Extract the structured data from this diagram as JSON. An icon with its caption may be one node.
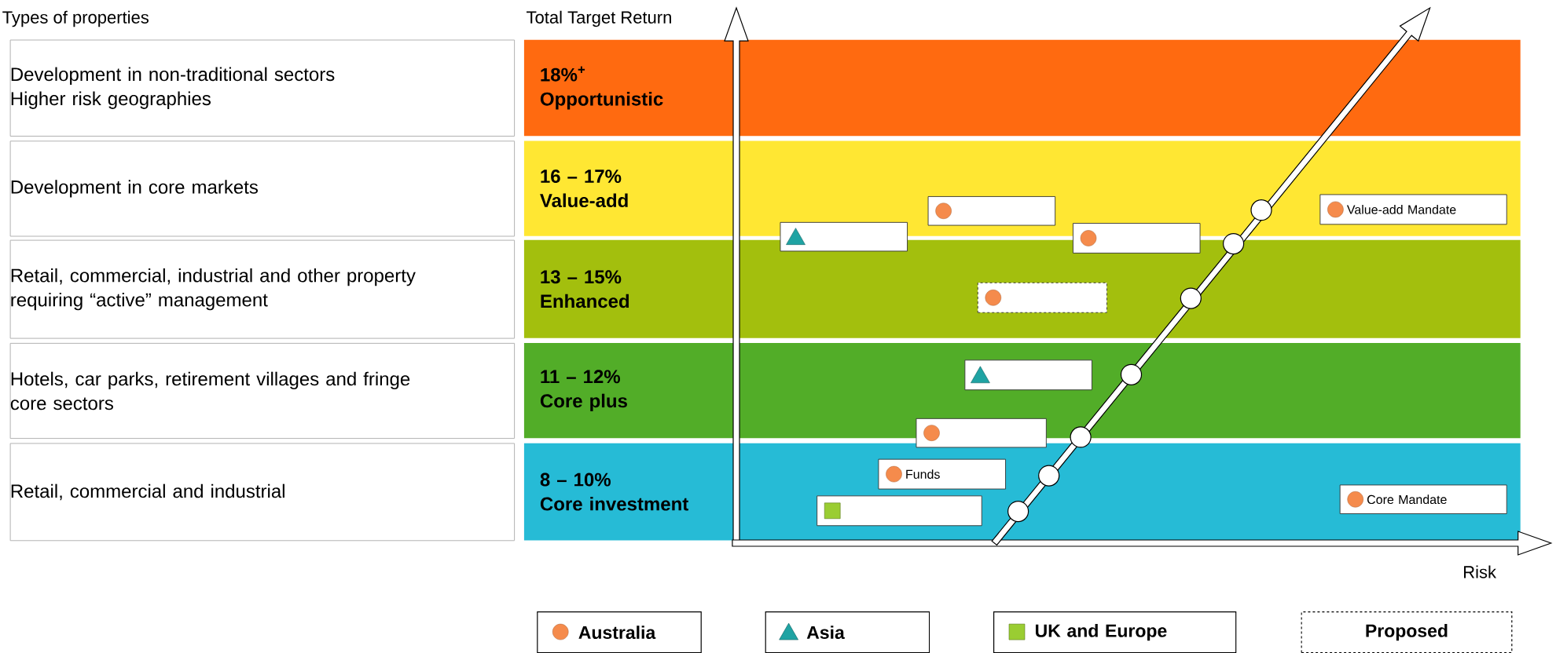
{
  "diagram": {
    "nodes": [
      {
        "text": [
          "Development in non-traditional sectors",
          "Higher risk geographies"
        ]
      },
      {
        "text": [
          "Development in core markets"
        ]
      },
      {
        "text": [
          "Retail, commercial, industrial and other property requiring “active” management"
        ]
      },
      {
        "text": [
          "Hotels, car parks, retirement villages and fringe core sectors"
        ]
      },
      {
        "text": [
          "Retail, commercial and industrial"
        ]
      },
      {
        "text": [
          "18%$^{+}$",
          "Opportunistic"
        ]
      },
      {
        "text": [
          "16 – 17%",
          "Value-add"
        ]
      },
      {
        "text": [
          "13 – 15%",
          "Enhanced"
        ]
      },
      {
        "text": [
          "11 – 12%",
          "Core plus"
        ]
      },
      {
        "text": [
          "8 – 10%",
          "Core investment"
        ]
      },
      {
        "text": [],
        "shape": "box",
        "in": 6
      },
      {
        "text": [
          "Value-add Mandate"
        ],
        "in": 6
      },
      {
        "text": [],
        "shape": "box"
      },
      {
        "text": [],
        "shape": "box"
      },
      {
        "text": [],
        "shape": "box",
        "in": 7
      },
      {
        "text": [],
        "shape": "box",
        "in": 8
      },
      {
        "text": [],
        "shape": "box"
      },
      {
        "text": [
          "Funds"
        ],
        "in": 9
      },
      {
        "text": [],
        "shape": "box",
        "in": 9
      },
      {
        "text": [
          "Core Mandate"
        ],
        "in": 9
      }
    ],
    "labels": [
      "Types of properties",
      "Total Target Return",
      "Risk"
    ],
    "legend": [
      {
        "text": "Australia",
        "color": "#f58b4c"
      },
      {
        "text": "Asia",
        "color": "#1fa3a3"
      },
      {
        "text": "UK and Europe",
        "color": "#9acd32"
      },
      {
        "text": "Proposed"
      }
    ]
  }
}
